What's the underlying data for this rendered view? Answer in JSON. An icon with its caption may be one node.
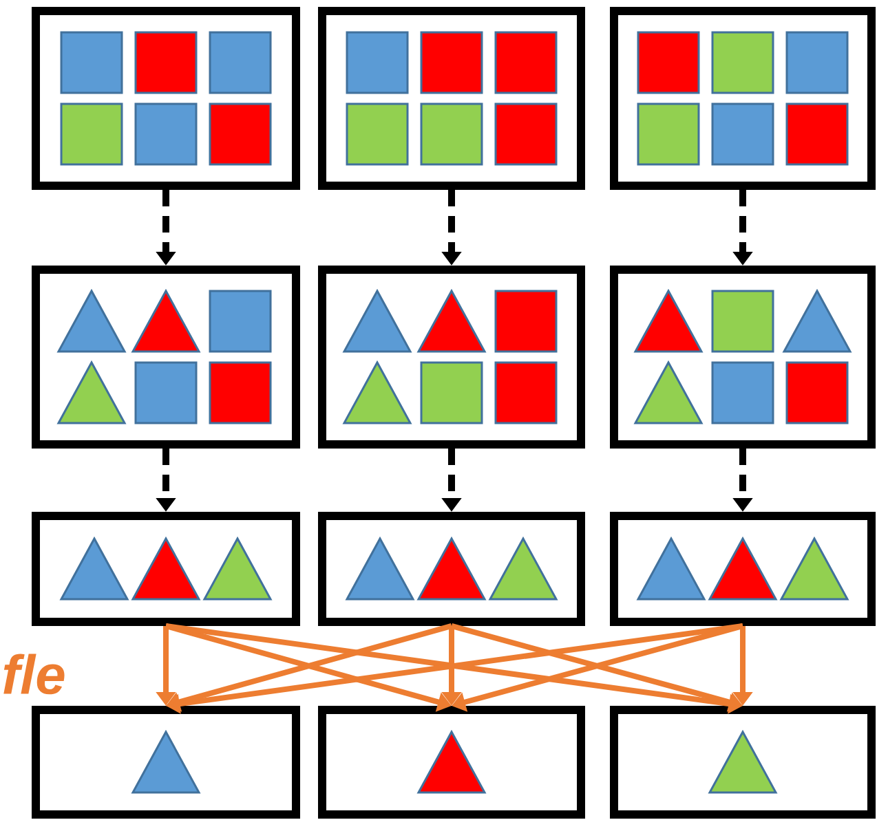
{
  "diagram": {
    "nodes": [
      {
        "text": [],
        "shape": "box"
      },
      {
        "text": [],
        "shape": "box"
      },
      {
        "text": [],
        "shape": "box"
      },
      {
        "text": [],
        "shape": "box"
      },
      {
        "text": [],
        "shape": "box"
      },
      {
        "text": [],
        "shape": "box"
      },
      {
        "text": [],
        "shape": "box"
      },
      {
        "text": [],
        "shape": "box"
      },
      {
        "text": [],
        "shape": "box"
      },
      {
        "text": [],
        "shape": "box"
      },
      {
        "text": [],
        "shape": "box"
      },
      {
        "text": [],
        "shape": "box"
      }
    ],
    "edges": [
      {
        "from": 0,
        "to": 3,
        "arrow": "to",
        "style": "dashed",
        "color": "#000000"
      },
      {
        "from": 1,
        "to": 4,
        "arrow": "to",
        "style": "dashed",
        "color": "#000000"
      },
      {
        "from": 2,
        "to": 5,
        "arrow": "to",
        "style": "dashed",
        "color": "#000000"
      },
      {
        "from": 3,
        "to": 6,
        "arrow": "to",
        "style": "dashed",
        "color": "#000000"
      },
      {
        "from": 4,
        "to": 7,
        "arrow": "to",
        "style": "dashed",
        "color": "#000000"
      },
      {
        "from": 5,
        "to": 8,
        "arrow": "to",
        "style": "dashed",
        "color": "#000000"
      },
      {
        "from": 6,
        "to": 9,
        "arrow": "to"
      },
      {
        "from": 6,
        "to": 10,
        "arrow": "to"
      },
      {
        "from": 6,
        "to": 11,
        "arrow": "to"
      },
      {
        "from": 7,
        "to": 9,
        "arrow": "to"
      },
      {
        "from": 7,
        "to": 10,
        "arrow": "to"
      },
      {
        "from": 7,
        "to": 11,
        "arrow": "to"
      },
      {
        "from": 8,
        "to": 9,
        "arrow": "to"
      },
      {
        "from": 8,
        "to": 10,
        "arrow": "to"
      },
      {
        "from": 8,
        "to": 11,
        "arrow": "to"
      }
    ],
    "labels": [
      "fle"
    ]
  }
}
